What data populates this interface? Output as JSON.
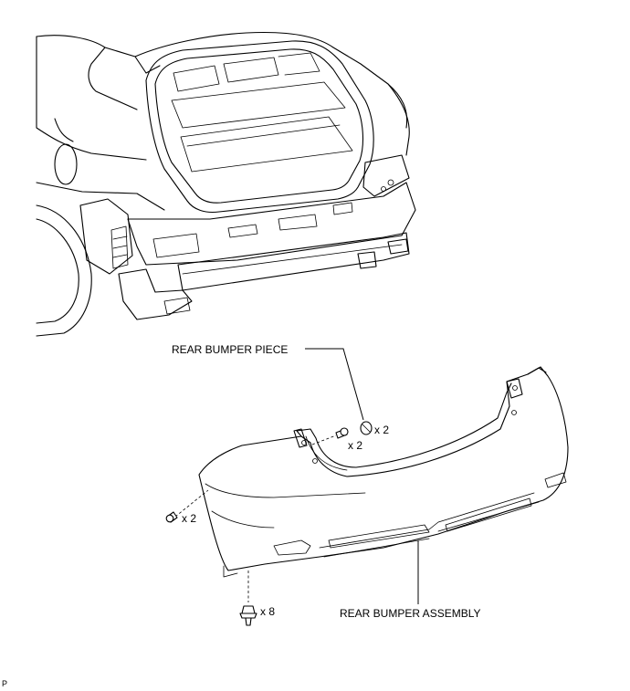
{
  "labels": {
    "rear_bumper_piece": "REAR BUMPER PIECE",
    "rear_bumper_assembly": "REAR BUMPER ASSEMBLY"
  },
  "quantities": {
    "piece_clip": "x 2",
    "top_screw": "x 2",
    "side_screw": "x 2",
    "bottom_clip": "x 8"
  },
  "corner_code": "P",
  "colors": {
    "line": "#000000",
    "background": "#ffffff"
  }
}
